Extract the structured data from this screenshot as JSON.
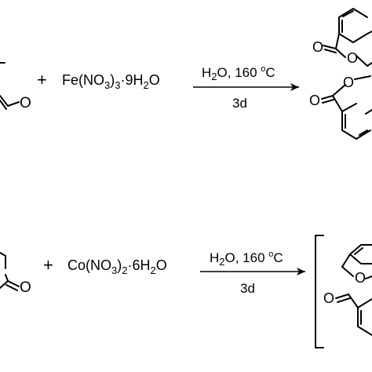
{
  "reaction1": {
    "plus": "+",
    "reagent": {
      "main": "Fe(NO",
      "sub1": "3",
      "paren": ")",
      "sub2": "3",
      "dot": "·9H",
      "sub3": "2",
      "tail": "O"
    },
    "condition_top": {
      "pre": "H",
      "sub": "2",
      "post": "O, 160 ",
      "deg": "o",
      "unit": "C"
    },
    "condition_bottom": "3d",
    "left_o": "O",
    "prod_o1": "O",
    "prod_o2": "O",
    "prod_o3": "O"
  },
  "reaction2": {
    "plus": "+",
    "reagent": {
      "main": "Co(NO",
      "sub1": "3",
      "paren": ")",
      "sub2": "2",
      "dot": "·6H",
      "sub3": "2",
      "tail": "O"
    },
    "condition_top": {
      "pre": "H",
      "sub": "2",
      "post": "O, 160 ",
      "deg": "o",
      "unit": "C"
    },
    "condition_bottom": "3d",
    "left_o": "O",
    "prod_o1": "O",
    "prod_o2": "O"
  },
  "colors": {
    "ink": "#000000",
    "background": "#ffffff"
  }
}
